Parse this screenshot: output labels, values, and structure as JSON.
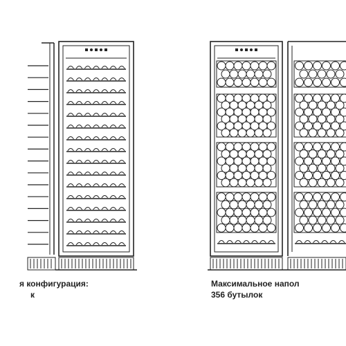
{
  "captions": {
    "standard_line1": "я конфигурация:",
    "standard_line2": "к",
    "max_line1": "Максимальное напол",
    "max_line2": "356 бутылок"
  },
  "colors": {
    "line": "#222222",
    "background": "#ffffff"
  }
}
